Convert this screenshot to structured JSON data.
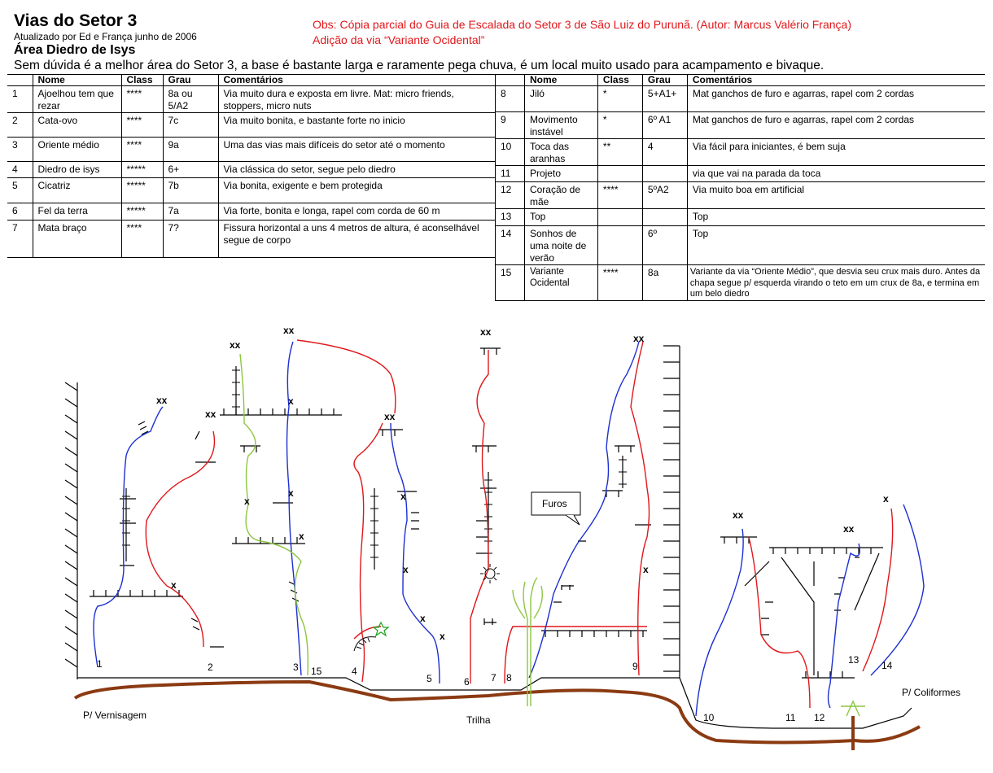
{
  "header": {
    "title": "Vias do Setor 3",
    "updated": "Atualizado por Ed e França junho de 2006",
    "area": "Área Diedro de Isys",
    "description": "Sem dúvida é a melhor área do Setor 3, a base é bastante larga e raramente pega chuva, é um local muito usado para acampamento e bivaque.",
    "obs_line1": "Obs: Cópia parcial do Guia de Escalada do Setor 3 de São Luiz do Purunã. (Autor: Marcus Valério França)",
    "obs_line2": "Adição da via “Variante Ocidental”"
  },
  "columns": {
    "num": "",
    "name": "Nome",
    "class": "Class",
    "grade": "Grau",
    "comments": "Comentários"
  },
  "routes_left": [
    {
      "num": "1",
      "name": "Ajoelhou tem que rezar",
      "class": "****",
      "grade": "8a ou 5/A2",
      "comments": "Via muito dura e exposta em livre. Mat: micro friends, stoppers, micro nuts"
    },
    {
      "num": "2",
      "name": "Cata-ovo",
      "class": "****",
      "grade": "7c",
      "comments": "Via muito bonita, e bastante forte no inicio"
    },
    {
      "num": "3",
      "name": "Oriente médio",
      "class": "****",
      "grade": "9a",
      "comments": "Uma das vias mais difíceis do setor até o momento"
    },
    {
      "num": "4",
      "name": "Diedro de isys",
      "class": "*****",
      "grade": "6+",
      "comments": "Via clássica do setor, segue pelo diedro"
    },
    {
      "num": "5",
      "name": "Cicatriz",
      "class": "*****",
      "grade": "7b",
      "comments": "Via bonita, exigente e bem protegida"
    },
    {
      "num": "6",
      "name": "Fel da terra",
      "class": "*****",
      "grade": "7a",
      "comments": "Via forte, bonita e longa, rapel com corda de 60 m"
    },
    {
      "num": "7",
      "name": "Mata braço",
      "class": "****",
      "grade": "7?",
      "comments": "Fissura horizontal a uns 4 metros de altura, é aconselhável segue de corpo"
    }
  ],
  "routes_right": [
    {
      "num": "8",
      "name": "Jiló",
      "class": "*",
      "grade": "5+A1+",
      "comments": "Mat ganchos de furo e agarras, rapel com 2 cordas"
    },
    {
      "num": "9",
      "name": "Movimento instável",
      "class": "*",
      "grade": "6º A1",
      "comments": "Mat ganchos de furo e agarras, rapel com 2 cordas"
    },
    {
      "num": "10",
      "name": "Toca das aranhas",
      "class": "**",
      "grade": "4",
      "comments": "Via fácil para iniciantes, é bem suja"
    },
    {
      "num": "11",
      "name": "Projeto",
      "class": "",
      "grade": "",
      "comments": "via que vai na parada da toca"
    },
    {
      "num": "12",
      "name": "Coração de mãe",
      "class": "****",
      "grade": "5ºA2",
      "comments": "Via muito boa em artificial"
    },
    {
      "num": "13",
      "name": "Top",
      "class": "",
      "grade": "",
      "comments": "Top"
    },
    {
      "num": "14",
      "name": "Sonhos de uma noite de verão",
      "class": "",
      "grade": "6º",
      "comments": "Top"
    },
    {
      "num": "15",
      "name": "Variante Ocidental",
      "class": "****",
      "grade": "8a",
      "comments": "Variante da via “Oriente Médio”, que desvia seu crux mais duro. Antes da chapa segue p/ esquerda virando o teto em um crux de 8a, e termina em um belo diedro"
    }
  ],
  "topo": {
    "route_numbers": [
      "1",
      "2",
      "3",
      "15",
      "4",
      "5",
      "6",
      "7",
      "8",
      "9",
      "10",
      "11",
      "12",
      "13",
      "14"
    ],
    "anchor": "xx",
    "bolt": "x",
    "furos": "Furos",
    "vernisagem": "P/ Vernisagem",
    "trilha": "Trilha",
    "coliformes": "P/ Coliformes"
  }
}
